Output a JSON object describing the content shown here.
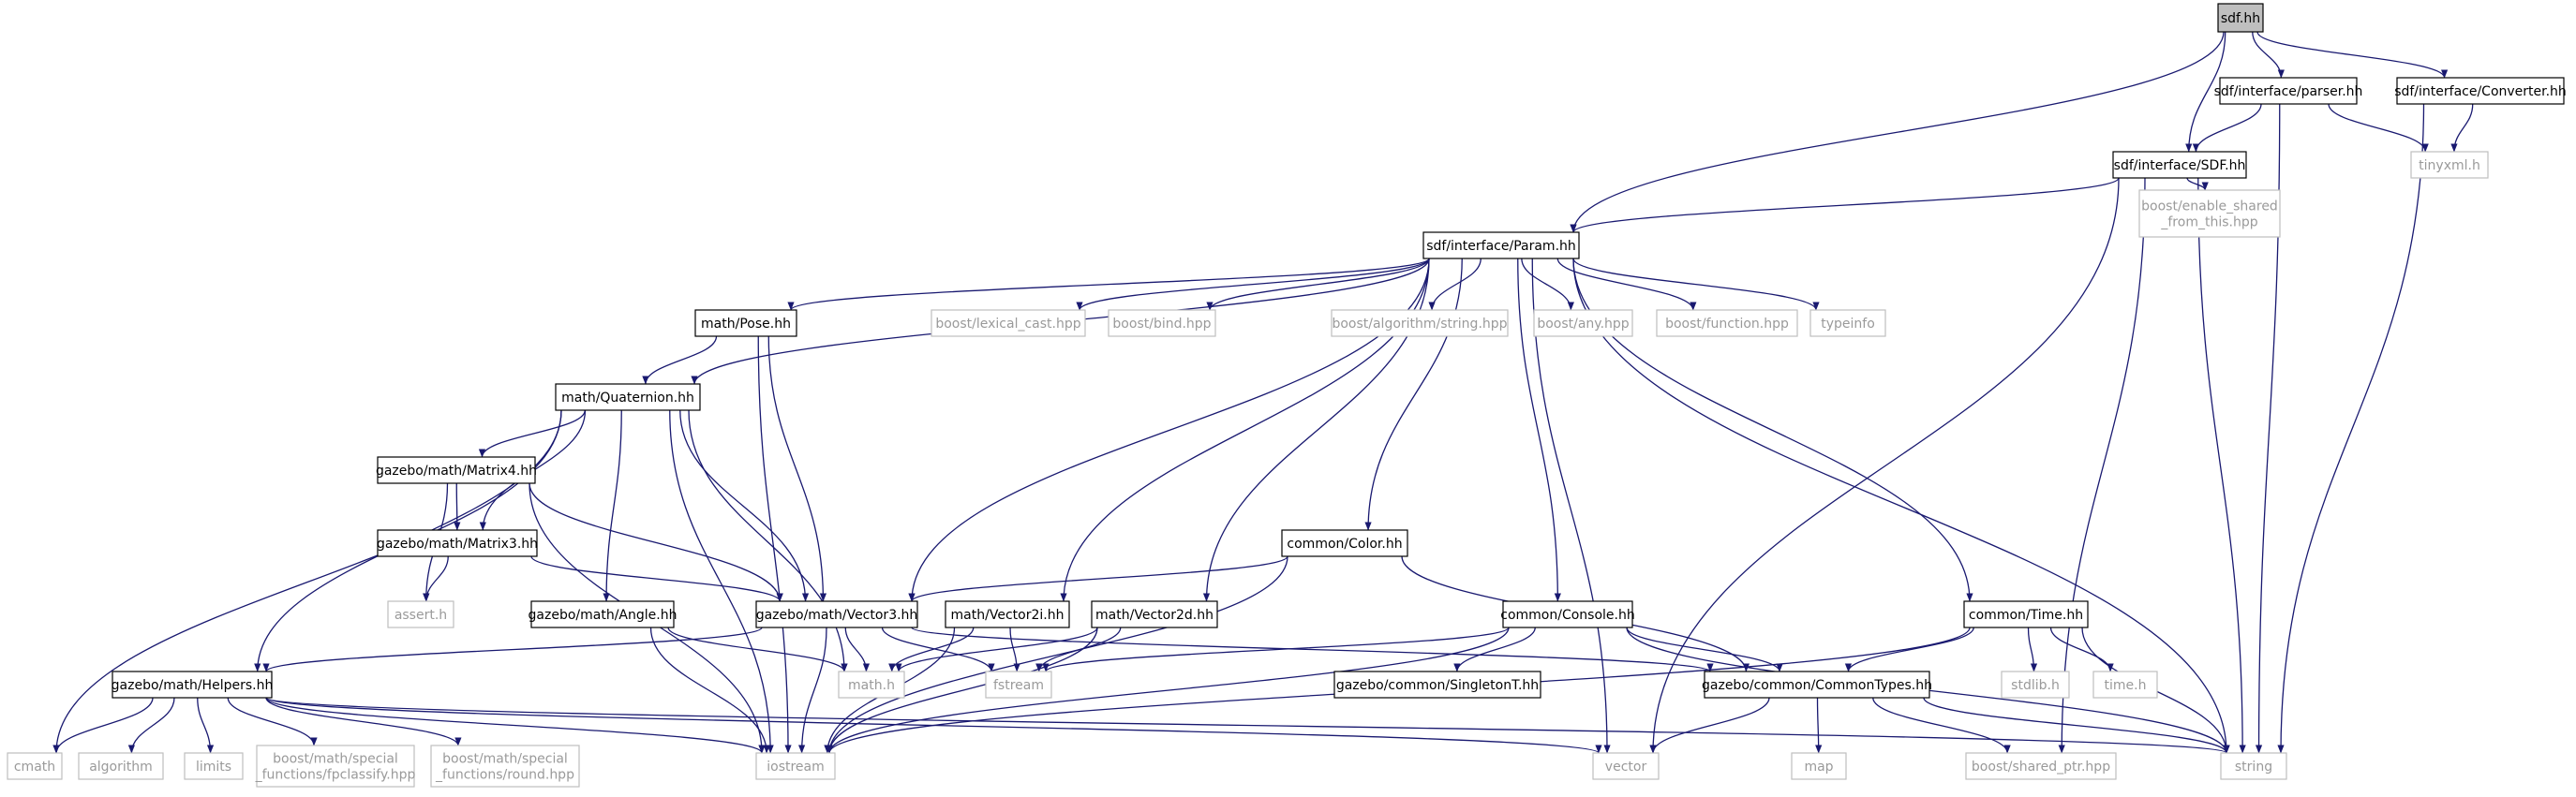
{
  "colors": {
    "edge": "#191970",
    "root_fill": "#bfbfbf",
    "system_border": "#bfbfbf",
    "system_text": "#9a9a9a"
  },
  "nodes": [
    {
      "id": "sdf_hh",
      "label": [
        "sdf.hh"
      ],
      "kind": "root"
    },
    {
      "id": "parser",
      "label": [
        "sdf/interface/parser.hh"
      ],
      "kind": "dep"
    },
    {
      "id": "converter",
      "label": [
        "sdf/interface/Converter.hh"
      ],
      "kind": "dep"
    },
    {
      "id": "sdfi",
      "label": [
        "sdf/interface/SDF.hh"
      ],
      "kind": "dep"
    },
    {
      "id": "tinyxml",
      "label": [
        "tinyxml.h"
      ],
      "kind": "sys"
    },
    {
      "id": "enable_shared",
      "label": [
        "boost/enable_shared",
        "_from_this.hpp"
      ],
      "kind": "sys"
    },
    {
      "id": "param",
      "label": [
        "sdf/interface/Param.hh"
      ],
      "kind": "dep"
    },
    {
      "id": "pose",
      "label": [
        "math/Pose.hh"
      ],
      "kind": "dep"
    },
    {
      "id": "lexical",
      "label": [
        "boost/lexical_cast.hpp"
      ],
      "kind": "sys"
    },
    {
      "id": "bind",
      "label": [
        "boost/bind.hpp"
      ],
      "kind": "sys"
    },
    {
      "id": "algstring",
      "label": [
        "boost/algorithm/string.hpp"
      ],
      "kind": "sys"
    },
    {
      "id": "any",
      "label": [
        "boost/any.hpp"
      ],
      "kind": "sys"
    },
    {
      "id": "function",
      "label": [
        "boost/function.hpp"
      ],
      "kind": "sys"
    },
    {
      "id": "typeinfo",
      "label": [
        "typeinfo"
      ],
      "kind": "sys"
    },
    {
      "id": "quat",
      "label": [
        "math/Quaternion.hh"
      ],
      "kind": "dep"
    },
    {
      "id": "matrix4",
      "label": [
        "gazebo/math/Matrix4.hh"
      ],
      "kind": "dep"
    },
    {
      "id": "matrix3",
      "label": [
        "gazebo/math/Matrix3.hh"
      ],
      "kind": "dep"
    },
    {
      "id": "assert",
      "label": [
        "assert.h"
      ],
      "kind": "sys"
    },
    {
      "id": "color",
      "label": [
        "common/Color.hh"
      ],
      "kind": "dep"
    },
    {
      "id": "angle",
      "label": [
        "gazebo/math/Angle.hh"
      ],
      "kind": "dep"
    },
    {
      "id": "vector3",
      "label": [
        "gazebo/math/Vector3.hh"
      ],
      "kind": "dep"
    },
    {
      "id": "vector2i",
      "label": [
        "math/Vector2i.hh"
      ],
      "kind": "dep"
    },
    {
      "id": "vector2d",
      "label": [
        "math/Vector2d.hh"
      ],
      "kind": "dep"
    },
    {
      "id": "console",
      "label": [
        "common/Console.hh"
      ],
      "kind": "dep"
    },
    {
      "id": "time",
      "label": [
        "common/Time.hh"
      ],
      "kind": "dep"
    },
    {
      "id": "helpers",
      "label": [
        "gazebo/math/Helpers.hh"
      ],
      "kind": "dep"
    },
    {
      "id": "mathh",
      "label": [
        "math.h"
      ],
      "kind": "sys"
    },
    {
      "id": "fstream",
      "label": [
        "fstream"
      ],
      "kind": "sys"
    },
    {
      "id": "singleton",
      "label": [
        "gazebo/common/SingletonT.hh"
      ],
      "kind": "dep"
    },
    {
      "id": "commontypes",
      "label": [
        "gazebo/common/CommonTypes.hh"
      ],
      "kind": "dep"
    },
    {
      "id": "stdlib",
      "label": [
        "stdlib.h"
      ],
      "kind": "sys"
    },
    {
      "id": "timeh",
      "label": [
        "time.h"
      ],
      "kind": "sys"
    },
    {
      "id": "cmath",
      "label": [
        "cmath"
      ],
      "kind": "sys"
    },
    {
      "id": "algorithm",
      "label": [
        "algorithm"
      ],
      "kind": "sys"
    },
    {
      "id": "limits",
      "label": [
        "limits"
      ],
      "kind": "sys"
    },
    {
      "id": "fpclassify",
      "label": [
        "boost/math/special",
        "_functions/fpclassify.hpp"
      ],
      "kind": "sys"
    },
    {
      "id": "round",
      "label": [
        "boost/math/special",
        "_functions/round.hpp"
      ],
      "kind": "sys"
    },
    {
      "id": "iostream",
      "label": [
        "iostream"
      ],
      "kind": "sys"
    },
    {
      "id": "vector",
      "label": [
        "vector"
      ],
      "kind": "sys"
    },
    {
      "id": "map",
      "label": [
        "map"
      ],
      "kind": "sys"
    },
    {
      "id": "shared_ptr",
      "label": [
        "boost/shared_ptr.hpp"
      ],
      "kind": "sys"
    },
    {
      "id": "string",
      "label": [
        "string"
      ],
      "kind": "sys"
    }
  ],
  "edges": [
    [
      "sdf_hh",
      "param"
    ],
    [
      "sdf_hh",
      "sdfi"
    ],
    [
      "sdf_hh",
      "parser"
    ],
    [
      "sdf_hh",
      "converter"
    ],
    [
      "parser",
      "sdfi"
    ],
    [
      "parser",
      "tinyxml"
    ],
    [
      "parser",
      "string"
    ],
    [
      "converter",
      "tinyxml"
    ],
    [
      "converter",
      "string"
    ],
    [
      "sdfi",
      "param"
    ],
    [
      "sdfi",
      "enable_shared"
    ],
    [
      "sdfi",
      "string"
    ],
    [
      "sdfi",
      "vector"
    ],
    [
      "sdfi",
      "shared_ptr"
    ],
    [
      "param",
      "pose"
    ],
    [
      "param",
      "quat"
    ],
    [
      "param",
      "vector3"
    ],
    [
      "param",
      "vector2i"
    ],
    [
      "param",
      "lexical"
    ],
    [
      "param",
      "bind"
    ],
    [
      "param",
      "algstring"
    ],
    [
      "param",
      "any"
    ],
    [
      "param",
      "function"
    ],
    [
      "param",
      "typeinfo"
    ],
    [
      "param",
      "vector2d"
    ],
    [
      "param",
      "color"
    ],
    [
      "param",
      "console"
    ],
    [
      "param",
      "vector"
    ],
    [
      "param",
      "time"
    ],
    [
      "param",
      "string"
    ],
    [
      "pose",
      "quat"
    ],
    [
      "pose",
      "vector3"
    ],
    [
      "pose",
      "iostream"
    ],
    [
      "quat",
      "matrix4"
    ],
    [
      "quat",
      "matrix3"
    ],
    [
      "quat",
      "vector3"
    ],
    [
      "quat",
      "angle"
    ],
    [
      "quat",
      "helpers"
    ],
    [
      "quat",
      "mathh"
    ],
    [
      "quat",
      "iostream"
    ],
    [
      "quat",
      "cmath"
    ],
    [
      "matrix4",
      "matrix3"
    ],
    [
      "matrix4",
      "vector3"
    ],
    [
      "matrix4",
      "assert"
    ],
    [
      "matrix4",
      "iostream"
    ],
    [
      "matrix3",
      "assert"
    ],
    [
      "matrix3",
      "vector3"
    ],
    [
      "color",
      "vector3"
    ],
    [
      "color",
      "iostream"
    ],
    [
      "color",
      "commontypes"
    ],
    [
      "angle",
      "mathh"
    ],
    [
      "angle",
      "iostream"
    ],
    [
      "vector3",
      "helpers"
    ],
    [
      "vector3",
      "mathh"
    ],
    [
      "vector3",
      "fstream"
    ],
    [
      "vector3",
      "iostream"
    ],
    [
      "vector3",
      "commontypes"
    ],
    [
      "vector2i",
      "mathh"
    ],
    [
      "vector2i",
      "fstream"
    ],
    [
      "vector2i",
      "iostream"
    ],
    [
      "vector2d",
      "mathh"
    ],
    [
      "vector2d",
      "fstream"
    ],
    [
      "vector2d",
      "iostream"
    ],
    [
      "console",
      "fstream"
    ],
    [
      "console",
      "iostream"
    ],
    [
      "console",
      "singleton"
    ],
    [
      "console",
      "commontypes"
    ],
    [
      "console",
      "string"
    ],
    [
      "time",
      "iostream"
    ],
    [
      "time",
      "stdlib"
    ],
    [
      "time",
      "timeh"
    ],
    [
      "time",
      "commontypes"
    ],
    [
      "time",
      "string"
    ],
    [
      "helpers",
      "cmath"
    ],
    [
      "helpers",
      "algorithm"
    ],
    [
      "helpers",
      "limits"
    ],
    [
      "helpers",
      "fpclassify"
    ],
    [
      "helpers",
      "round"
    ],
    [
      "helpers",
      "iostream"
    ],
    [
      "helpers",
      "string"
    ],
    [
      "helpers",
      "vector"
    ],
    [
      "commontypes",
      "vector"
    ],
    [
      "commontypes",
      "map"
    ],
    [
      "commontypes",
      "shared_ptr"
    ],
    [
      "commontypes",
      "string"
    ]
  ]
}
